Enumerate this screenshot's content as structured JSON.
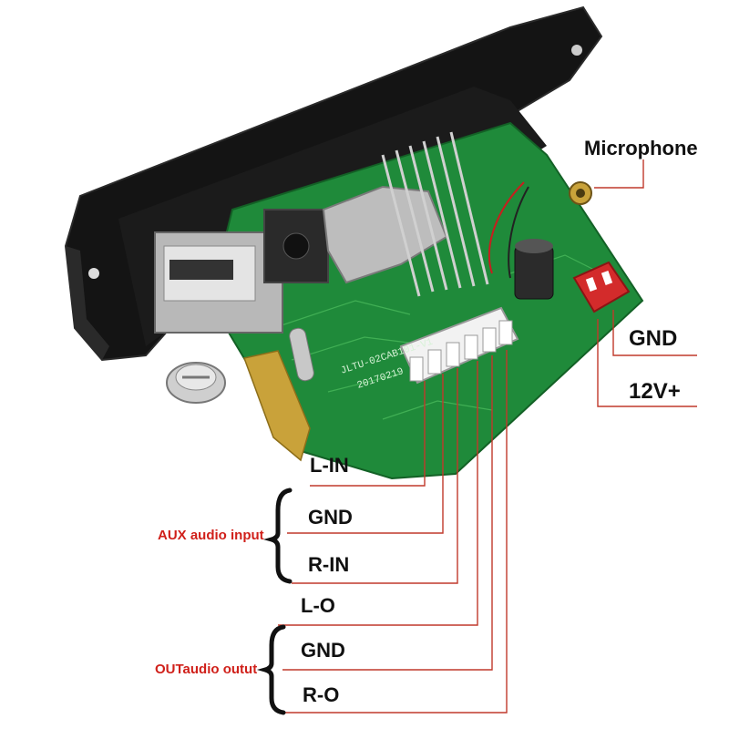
{
  "colors": {
    "wire": "#c0392b",
    "label_accent": "#d0201a",
    "pcb": "#1f8a3a",
    "panel": "#111111"
  },
  "labels": {
    "microphone": "Microphone",
    "gnd_power": "GND",
    "v12": "12V+",
    "l_in": "L-IN",
    "gnd_aux": "GND",
    "r_in": "R-IN",
    "aux_group": "AUX audio input",
    "l_o": "L-O",
    "gnd_out": "GND",
    "r_o": "R-O",
    "out_group": "OUTaudio outut"
  },
  "board": {
    "silkscreen_1": "JLTU-02CAB101-V1",
    "silkscreen_2": "20170219"
  }
}
